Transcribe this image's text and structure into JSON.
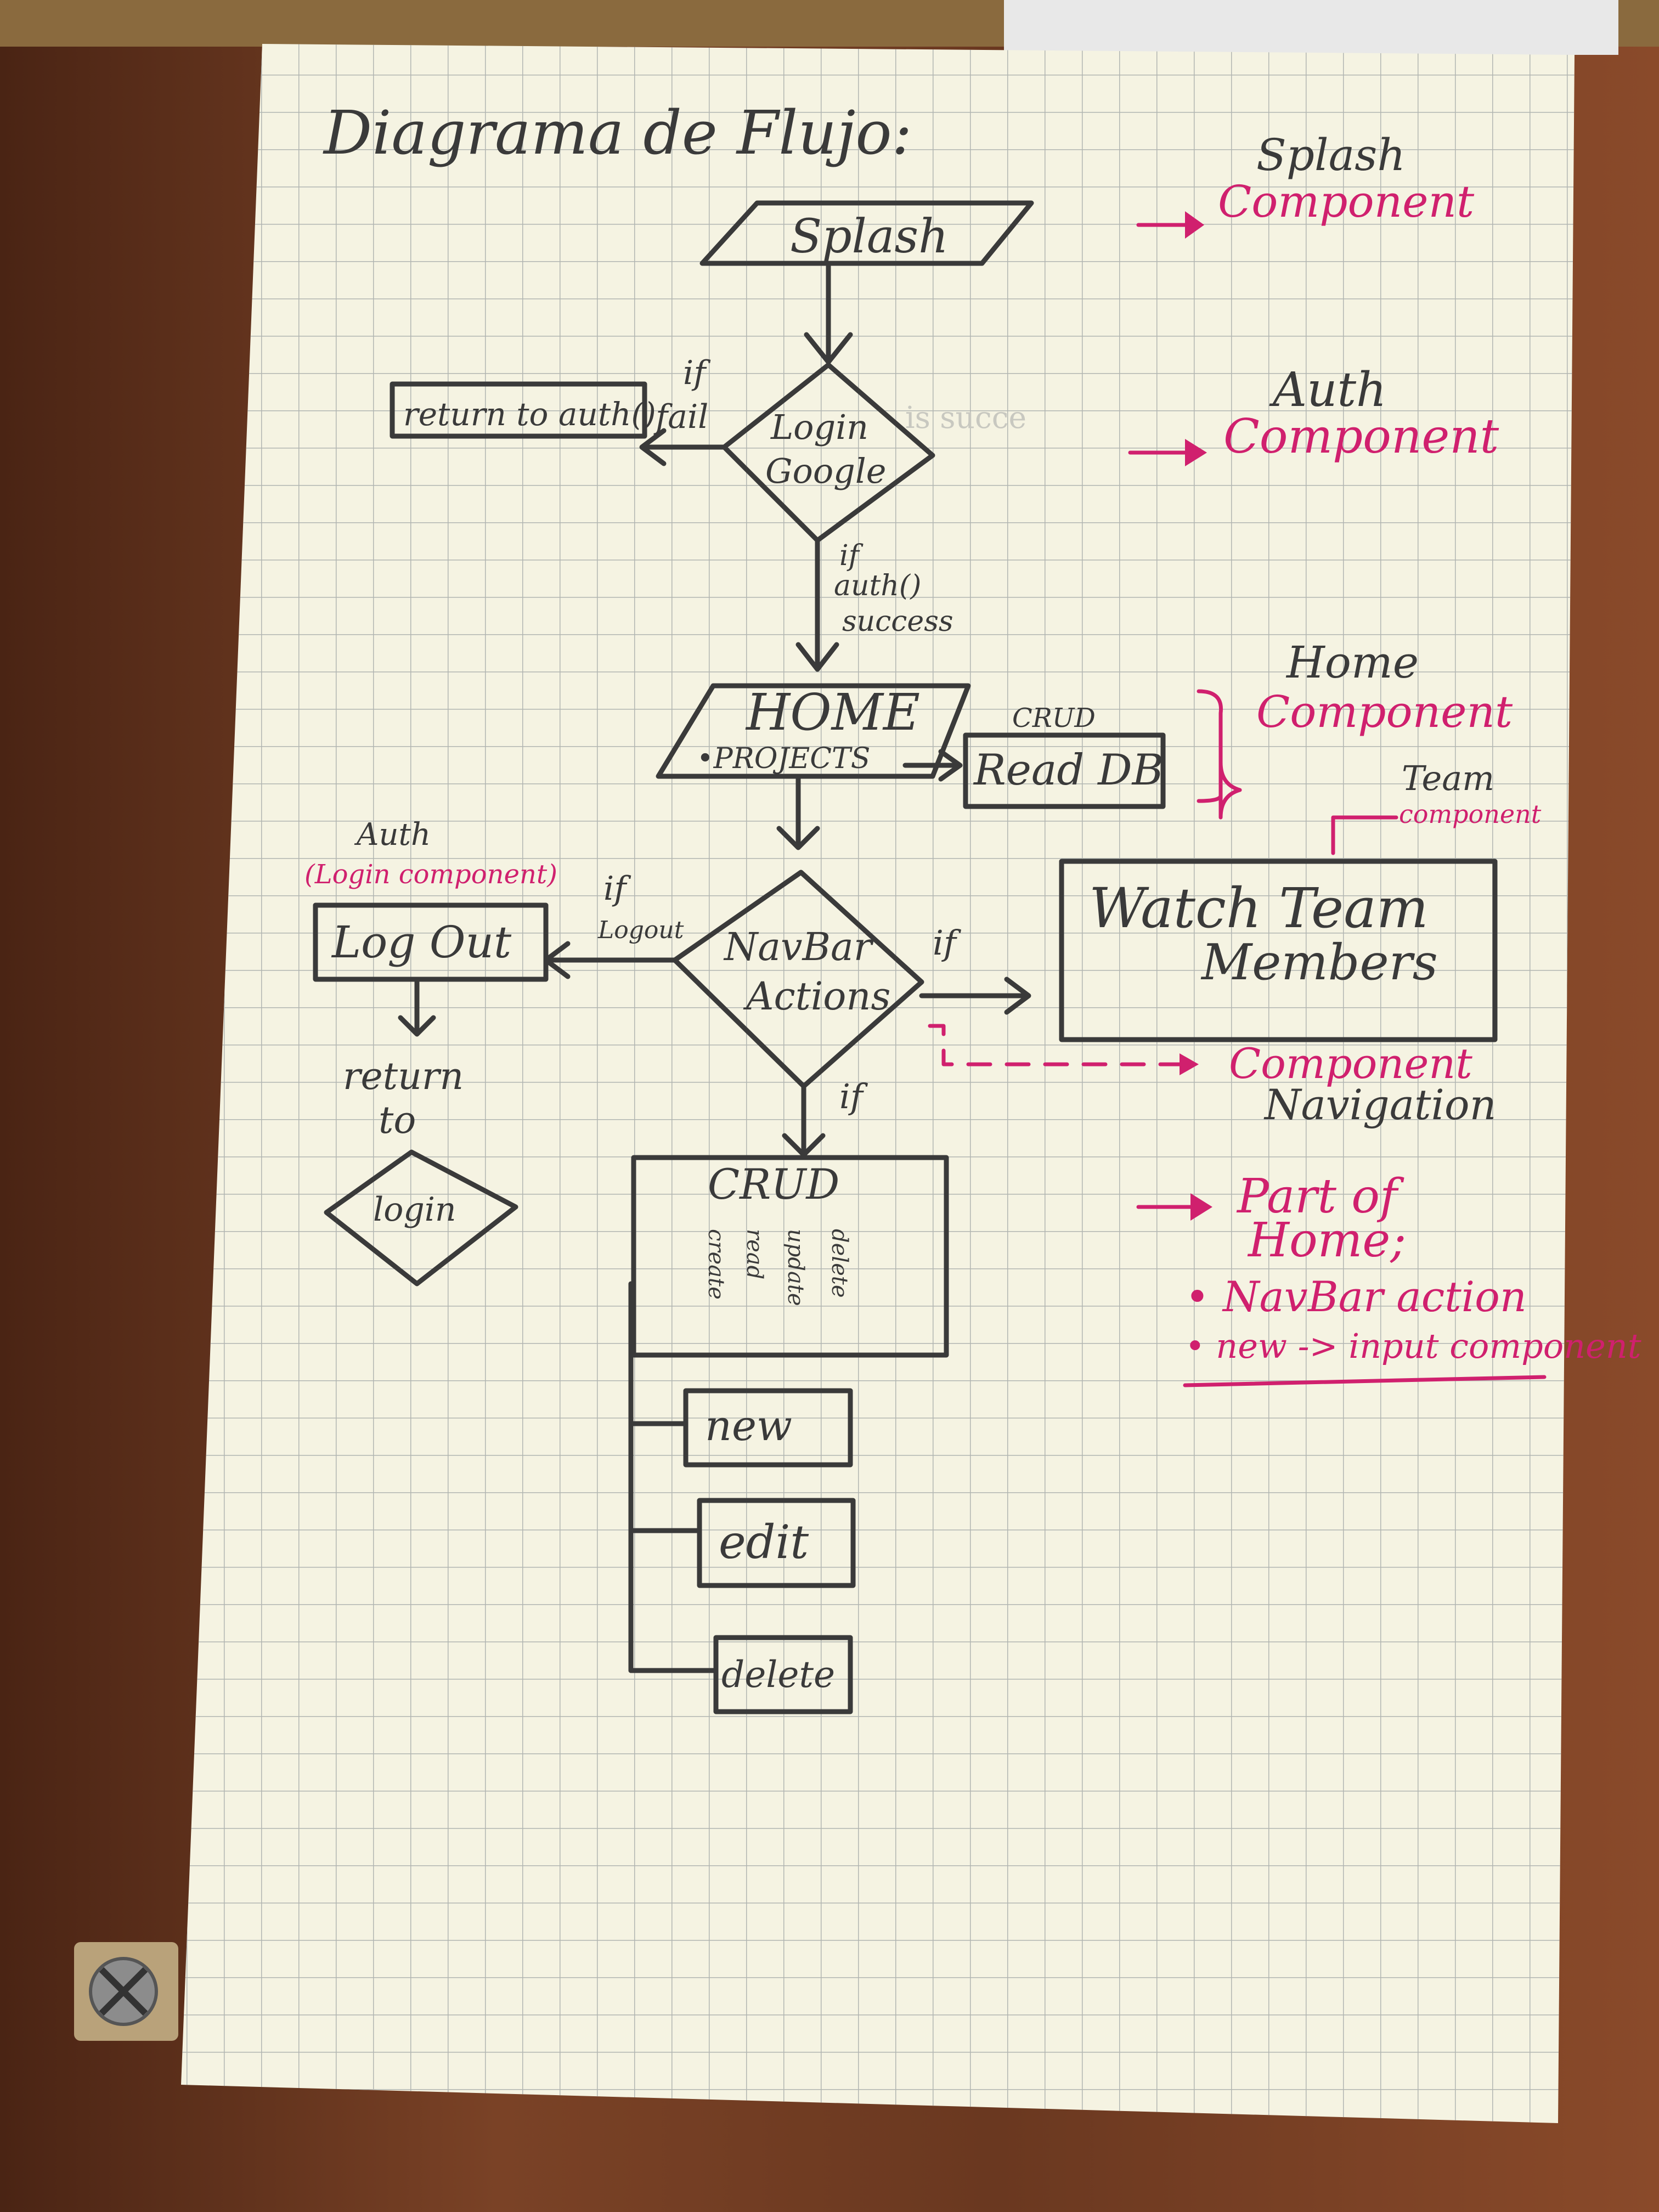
{
  "title": "Diagrama de Flujo:",
  "nodes": {
    "splash": "Splash",
    "login_google": [
      "Login",
      "Google"
    ],
    "return_auth": "return to auth()",
    "home": "HOME",
    "projects": "•PROJECTS",
    "crud_small": "CRUD",
    "read_db": "Read DB",
    "navbar_actions": [
      "NavBar",
      "Actions"
    ],
    "log_out": "Log Out",
    "return_to": [
      "return",
      "to"
    ],
    "login_small": "login",
    "watch_team": [
      "Watch Team",
      "Members"
    ],
    "crud_box": "CRUD",
    "crud_letters": [
      "create",
      "read",
      "update",
      "delete"
    ],
    "new": "new",
    "edit": "edit",
    "delete": "delete"
  },
  "edges": {
    "if_fail": [
      "if",
      "fail"
    ],
    "if_auth_success": [
      "if",
      "auth()",
      "success"
    ],
    "if_left": [
      "if",
      "Logout"
    ],
    "if_right": "if",
    "if_down": "if"
  },
  "annotations": {
    "splash_component": [
      "Splash",
      "Component"
    ],
    "auth_component": [
      "Auth",
      "Component"
    ],
    "home_component": [
      "Home",
      "Component"
    ],
    "team_component": [
      "Team",
      "component"
    ],
    "auth_login_component": [
      "Auth",
      "(Login component)"
    ],
    "component_navigation": [
      "Component",
      "Navigation"
    ],
    "part_of_home": [
      "Part of",
      "Home;",
      "• NavBar action",
      "• new -> input component"
    ]
  },
  "colors": {
    "pencil": "#3a3a3a",
    "pink_ink": "#d0206e",
    "paper": "#f5f3e2",
    "grid": "#9aa0a0",
    "wood": "#6b3a22"
  }
}
